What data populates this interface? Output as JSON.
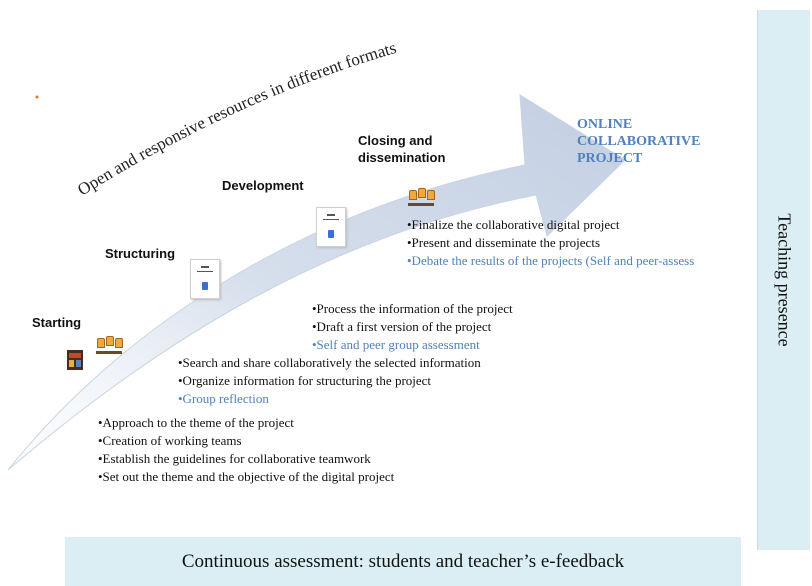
{
  "arc_text": "Open and responsive resources in different formats",
  "phases": {
    "starting": "Starting",
    "structuring": "Structuring",
    "development": "Development",
    "closing_line1": "Closing and",
    "closing_line2": "dissemination"
  },
  "goal": {
    "line1": "ONLINE",
    "line2": "COLLABORATIVE",
    "line3": "PROJECT"
  },
  "closing_items": [
    "•Finalize  the collaborative  digital  project",
    "•Present  and disseminate  the projects",
    "•Debate the results  of the projects (Self and peer-assess"
  ],
  "development_items": [
    "•Process the information  of the project",
    "•Draft  a first version  of the project",
    "•Self  and peer group assessment"
  ],
  "structuring_items": [
    "•Search and share collaboratively  the selected information",
    "•Organize information for structuring  the project",
    "•Group reflection"
  ],
  "starting_items": [
    "•Approach to the theme of the project",
    "•Creation  of  working teams",
    "•Establish the guidelines for collaborative teamwork",
    "•Set out  the theme and the objective of the digital project"
  ],
  "side_label": "Teaching presence",
  "bottom_label": "Continuous assessment: students and teacher’s e-feedback",
  "icons": [
    "people-icon",
    "document-icon",
    "photo-icon"
  ],
  "colors": {
    "accent_blue": "#4f81bd",
    "panel_bg": "#daeef3",
    "arrow_fill": "#d2dceb"
  }
}
